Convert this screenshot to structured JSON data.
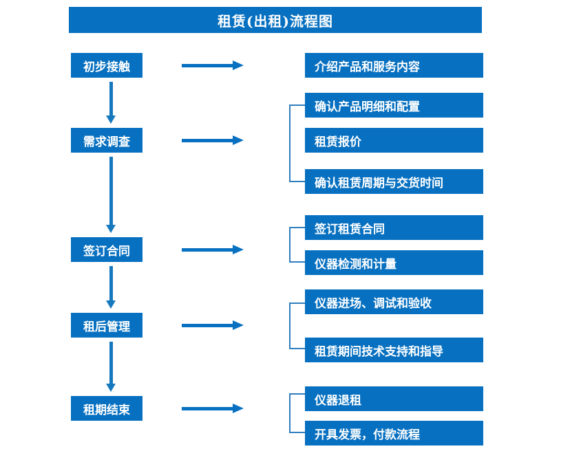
{
  "title": "租赁(出租)流程图",
  "theme": {
    "accent": "#0770C0",
    "bracket": "#2E7DBE",
    "arrow": "#1679BD",
    "text_on_accent": "#FFFFFF",
    "background": "#FFFFFF"
  },
  "stages": [
    {
      "label": "初步接触"
    },
    {
      "label": "需求调查"
    },
    {
      "label": "签订合同"
    },
    {
      "label": "租后管理"
    },
    {
      "label": "租期结束"
    }
  ],
  "details": [
    {
      "label": "介绍产品和服务内容"
    },
    {
      "label": "确认产品明细和配置"
    },
    {
      "label": "租赁报价"
    },
    {
      "label": "确认租赁周期与交货时间"
    },
    {
      "label": "签订租赁合同"
    },
    {
      "label": "仪器检测和计量"
    },
    {
      "label": "仪器进场、调试和验收"
    },
    {
      "label": "租赁期间技术支持和指导"
    },
    {
      "label": "仪器退租"
    },
    {
      "label": "开具发票，付款流程"
    }
  ],
  "groups": [
    {
      "stage": "初步接触",
      "items": [
        "介绍产品和服务内容"
      ],
      "bracket": false
    },
    {
      "stage": "需求调查",
      "items": [
        "确认产品明细和配置",
        "租赁报价",
        "确认租赁周期与交货时间"
      ],
      "bracket": true
    },
    {
      "stage": "签订合同",
      "items": [
        "签订租赁合同",
        "仪器检测和计量"
      ],
      "bracket": true
    },
    {
      "stage": "租后管理",
      "items": [
        "仪器进场、调试和验收",
        "租赁期间技术支持和指导"
      ],
      "bracket": true
    },
    {
      "stage": "租期结束",
      "items": [
        "仪器退租",
        "开具发票，付款流程"
      ],
      "bracket": true
    }
  ],
  "arrows": {
    "horizontal_count": 5,
    "vertical_count": 4,
    "direction": "左侧阶段指向右侧明细"
  }
}
